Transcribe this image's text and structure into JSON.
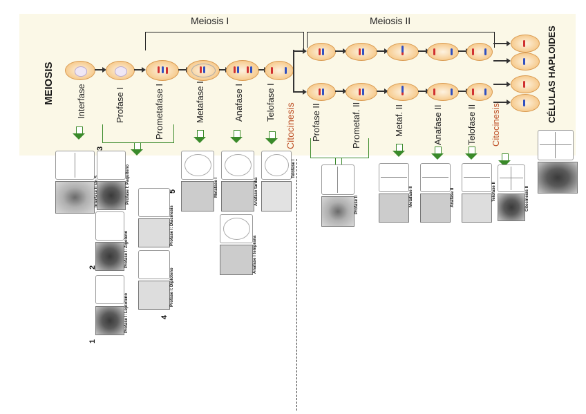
{
  "titles": {
    "meiosis_i": "Meiosis I",
    "meiosis_ii": "Meiosis II",
    "side_left": "MEIOSIS",
    "side_right": "CÉLULAS HAPLOIDES"
  },
  "stages_i": [
    "Interfase",
    "Profase I",
    "Prometafase I",
    "Metafase I",
    "Anafase I",
    "Telofase I",
    "Citocinesis"
  ],
  "stages_ii": [
    "Profase II",
    "Prometaf. II",
    "Metaf. II",
    "Anafase II",
    "Telofase II",
    "Citocinesis"
  ],
  "captions": {
    "interfase": "Interfase II sin S",
    "paquiteno": "Profase I: Paquiteno",
    "zigoteno": "Profase I: Zigoteno",
    "leptoteno": "Profase I: Leptoteno",
    "diacinesis": "Profase I: Diacinesis",
    "diploteno": "Profase I: Diploteno",
    "metafase_i": "Metafase I",
    "anafase_tardia": "Anafase tardia",
    "anafase_temprana": "Anafase I temprana",
    "telofase_i": "Telofase I",
    "profase_ii": "Profase II",
    "metafase_ii": "Metafase II",
    "anafase_ii": "Anafase II",
    "telofase_ii": "Telofase II",
    "citocinesis_ii": "Citocinesis II"
  },
  "numbers": [
    "1",
    "2",
    "3",
    "4",
    "5"
  ],
  "colors": {
    "accent_green": "#3a8a2a",
    "citocinesis_orange": "#c0552c",
    "band": "#fbf8e7"
  }
}
